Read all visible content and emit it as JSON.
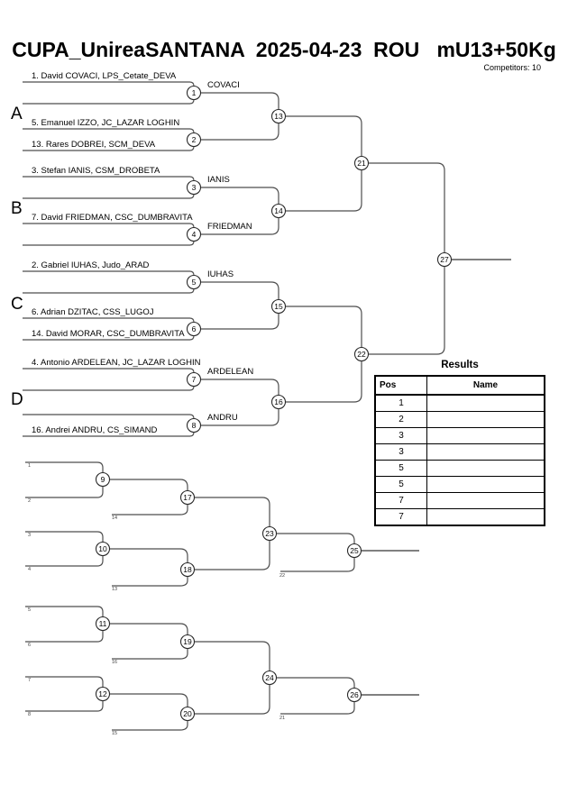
{
  "header": {
    "title": "CUPA_UnireaSANTANA  2025-04-23  ROU   mU13+50Kg",
    "competitors": "Competitors: 10"
  },
  "main_bracket": {
    "section_labels": [
      "A",
      "B",
      "C",
      "D"
    ],
    "entrants": [
      "1. David COVACI, LPS_Cetate_DEVA",
      "5. Emanuel IZZO, JC_LAZAR LOGHIN",
      "13. Rares DOBREI, SCM_DEVA",
      "3. Stefan IANIS, CSM_DROBETA",
      "7. David FRIEDMAN, CSC_DUMBRAVITA",
      "2. Gabriel IUHAS, Judo_ARAD",
      "6. Adrian DZITAC, CSS_LUGOJ",
      "14. David MORAR, CSC_DUMBRAVITA",
      "4. Antonio ARDELEAN, JC_LAZAR LOGHIN",
      "16. Andrei ANDRU, CS_SIMAND"
    ],
    "advancers": [
      "COVACI",
      "IANIS",
      "FRIEDMAN",
      "IUHAS",
      "ARDELEAN",
      "ANDRU"
    ],
    "match_numbers": [
      "1",
      "2",
      "3",
      "4",
      "5",
      "6",
      "7",
      "8",
      "13",
      "14",
      "15",
      "16",
      "21",
      "22",
      "27"
    ]
  },
  "repechage": {
    "match_numbers": [
      "9",
      "17",
      "10",
      "18",
      "23",
      "25",
      "11",
      "19",
      "12",
      "20",
      "24",
      "26"
    ],
    "loser_feed_labels": [
      "1",
      "2",
      "3",
      "4",
      "5",
      "6",
      "7",
      "8",
      "14",
      "13",
      "16",
      "15",
      "22",
      "21"
    ]
  },
  "results": {
    "title": "Results",
    "columns": [
      "Pos",
      "Name"
    ],
    "positions": [
      "1",
      "2",
      "3",
      "3",
      "5",
      "5",
      "7",
      "7"
    ],
    "names": [
      "",
      "",
      "",
      "",
      "",
      "",
      "",
      ""
    ]
  }
}
